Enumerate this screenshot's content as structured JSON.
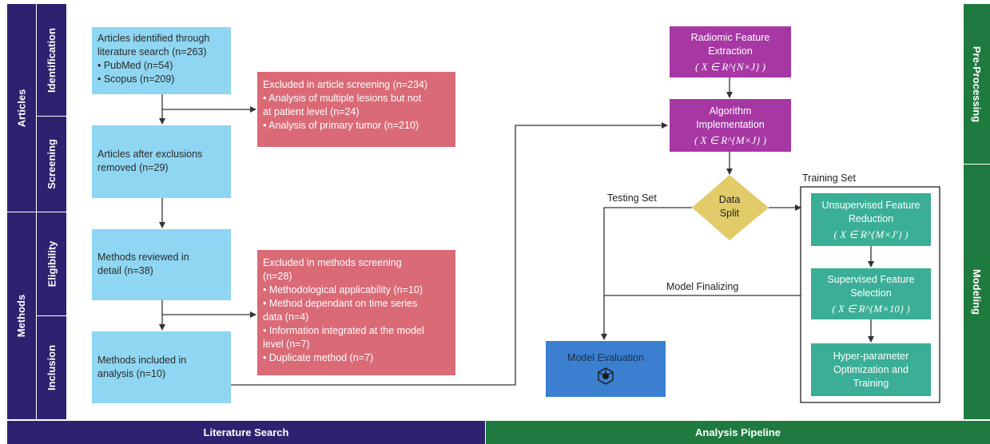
{
  "sections": {
    "articles": "Articles",
    "methods": "Methods",
    "identification": "Identification",
    "screening": "Screening",
    "eligibility": "Eligibility",
    "inclusion": "Inclusion",
    "preprocessing": "Pre-Processing",
    "modeling": "Modeling"
  },
  "footer": {
    "literature_search": "Literature Search",
    "analysis_pipeline": "Analysis Pipeline"
  },
  "literature": {
    "identified": {
      "lines": [
        "Articles identified through",
        "literature search (n=263)",
        "• PubMed (n=54)",
        "• Scopus (n=209)"
      ]
    },
    "excluded_articles": {
      "lines": [
        "Excluded in article screening (n=234)",
        "• Analysis of multiple lesions but not",
        "at patient level (n=24)",
        "• Analysis of primary tumor (n=210)"
      ]
    },
    "after_exclusions": {
      "lines": [
        "Articles after exclusions",
        "removed (n=29)"
      ]
    },
    "methods_reviewed": {
      "lines": [
        "Methods reviewed in",
        "detail (n=38)"
      ]
    },
    "excluded_methods": {
      "lines": [
        "Excluded in methods screening",
        "(n=28)",
        "• Methodological applicability (n=10)",
        "• Method dependant on time series",
        "data (n=4)",
        "• Information integrated at the model",
        "level (n=7)",
        "• Duplicate method (n=7)"
      ]
    },
    "methods_included": {
      "lines": [
        "Methods included in",
        "analysis (n=10)"
      ]
    }
  },
  "pipeline": {
    "radiomic": {
      "lines": [
        "Radiomic Feature",
        "Extraction"
      ],
      "formula": "( X ∈ R^{N×J} )"
    },
    "algorithm": {
      "lines": [
        "Algorithm",
        "Implementation"
      ],
      "formula": "( X ∈ R^{M×J} )"
    },
    "data_split": {
      "lines": [
        "Data",
        "Split"
      ]
    },
    "training_set": "Training Set",
    "testing_set": "Testing Set",
    "model_finalizing": "Model Finalizing",
    "unsupervised": {
      "lines": [
        "Unsupervised Feature",
        "Reduction"
      ],
      "formula": "( X ∈ R^{M×J′} )"
    },
    "supervised": {
      "lines": [
        "Supervised Feature",
        "Selection"
      ],
      "formula": "( X ∈ R^{M×10} )"
    },
    "hyper": {
      "lines": [
        "Hyper-parameter",
        "Optimization and",
        "Training"
      ]
    },
    "model_evaluation": "Model Evaluation"
  },
  "colors": {
    "navy": "#2e2270",
    "green": "#1e7a3e",
    "blue_box": "#8fd6f2",
    "red_box": "#da6a76",
    "purple_box": "#a637a3",
    "teal_box": "#3aae96",
    "diamond": "#e2cc6a",
    "eval_box": "#3a7fd0"
  }
}
